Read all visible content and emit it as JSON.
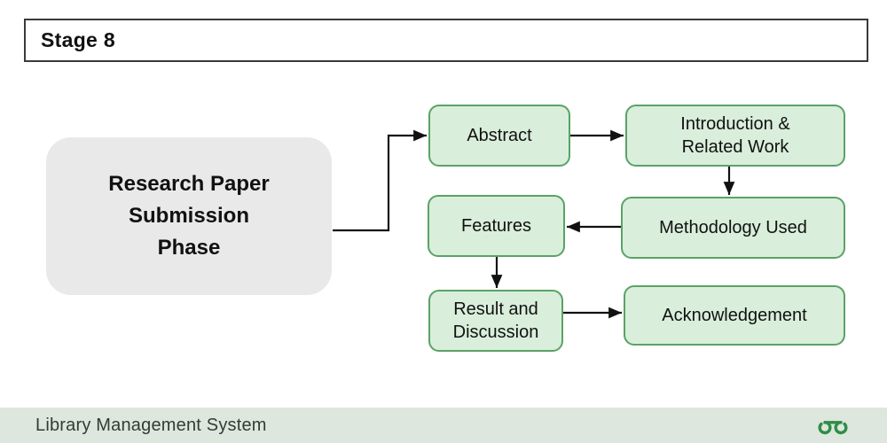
{
  "header": {
    "title": "Stage 8"
  },
  "main_node": {
    "label": "Research Paper Submission Phase"
  },
  "flow_nodes": [
    {
      "id": "abstract",
      "label": "Abstract"
    },
    {
      "id": "introduction-related-work",
      "label": "Introduction & Related Work"
    },
    {
      "id": "features",
      "label": "Features"
    },
    {
      "id": "methodology-used",
      "label": "Methodology Used"
    },
    {
      "id": "result-discussion",
      "label": "Result and Discussion"
    },
    {
      "id": "acknowledgement",
      "label": "Acknowledgement"
    }
  ],
  "edges": [
    {
      "from": "main-node",
      "to": "abstract"
    },
    {
      "from": "abstract",
      "to": "introduction-related-work"
    },
    {
      "from": "introduction-related-work",
      "to": "methodology-used"
    },
    {
      "from": "methodology-used",
      "to": "features"
    },
    {
      "from": "features",
      "to": "result-discussion"
    },
    {
      "from": "result-discussion",
      "to": "acknowledgement"
    }
  ],
  "footer": {
    "title": "Library Management System",
    "logo_icon": "geeksforgeeks-logo"
  },
  "colors": {
    "node_fill": "#d9eedb",
    "node_border": "#5aa266",
    "main_node_fill": "#e9e9e9",
    "footer_bg": "#dde7de",
    "footer_text": "#333b35",
    "logo_green": "#2f8d46",
    "arrow": "#111111",
    "header_border": "#3a3a3a",
    "text": "#111111"
  }
}
